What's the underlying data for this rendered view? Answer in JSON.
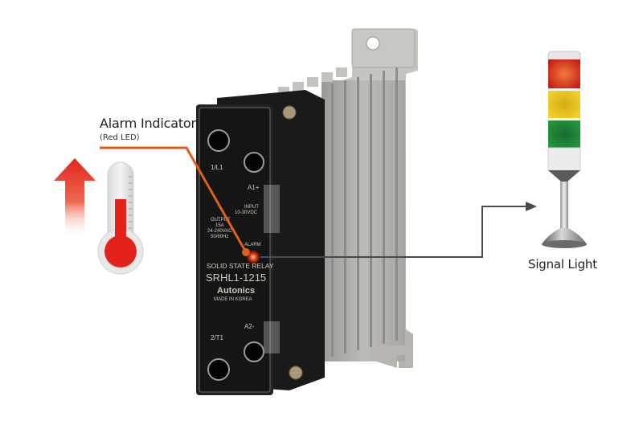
{
  "callout": {
    "title": "Alarm Indicator",
    "subtitle": "(Red LED)",
    "line_color": "#e0601a"
  },
  "signal_light": {
    "label": "Signal Light",
    "lamps": [
      {
        "name": "red",
        "color": "#d42a1f"
      },
      {
        "name": "yellow",
        "color": "#e8c418"
      },
      {
        "name": "green",
        "color": "#1e8a3a"
      }
    ]
  },
  "relay": {
    "terminal_top_left": "1/L1",
    "terminal_top_right": "A1+",
    "terminal_bottom_left": "2/T1",
    "terminal_bottom_right": "A2-",
    "input_label": "INPUT",
    "input_spec": "10-30VDC",
    "output_label": "OUTPUT",
    "output_current": "15A",
    "output_voltage": "24-240VAC~",
    "output_freq": "50/60Hz",
    "alarm_label": "ALARM",
    "type": "SOLID STATE RELAY",
    "model": "SRHL1-1215",
    "brand": "Autonics",
    "origin": "MADE IN KOREA"
  },
  "icons": {
    "temperature": "thermometer-icon",
    "rising": "arrow-up-icon"
  },
  "colors": {
    "accent_orange": "#e0601a",
    "connector": "#4a4a4a",
    "led": "#ff3a1a"
  }
}
